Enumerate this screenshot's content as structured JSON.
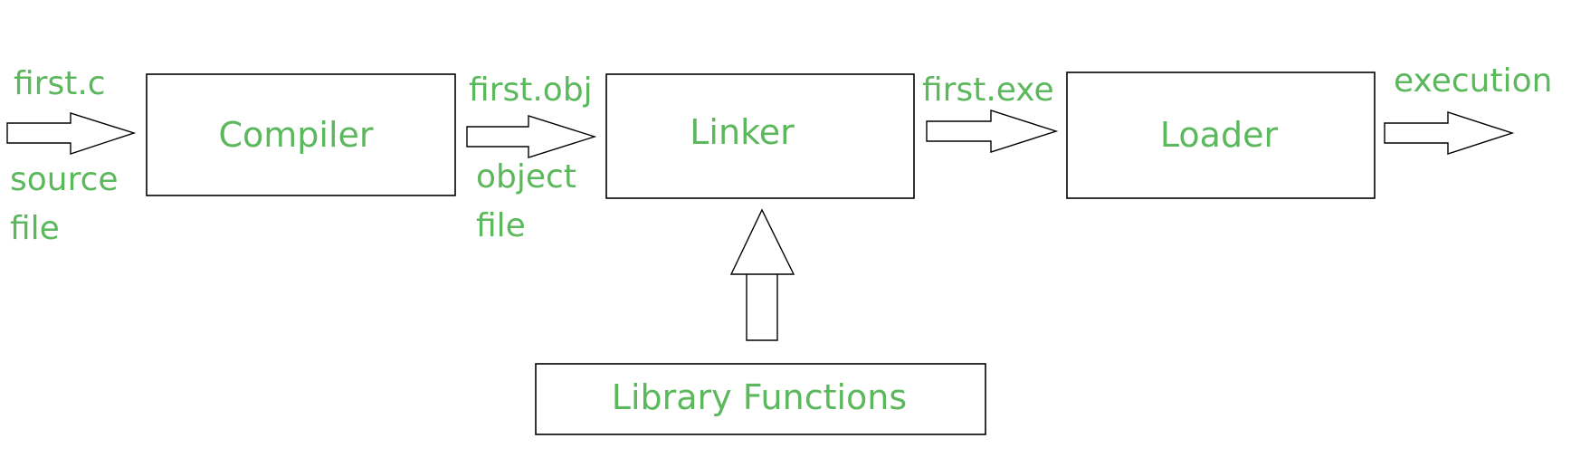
{
  "colors": {
    "label": "#5cb85c",
    "stroke": "#000000",
    "background": "#ffffff"
  },
  "nodes": {
    "compiler": "Compiler",
    "linker": "Linker",
    "loader": "Loader",
    "library": "Library Functions"
  },
  "labels": {
    "source_top": "first.c",
    "source_bottom_1": "source",
    "source_bottom_2": "file",
    "object_top": "first.obj",
    "object_bottom_1": "object",
    "object_bottom_2": "file",
    "exe_top": "first.exe",
    "output_top": "execution"
  }
}
